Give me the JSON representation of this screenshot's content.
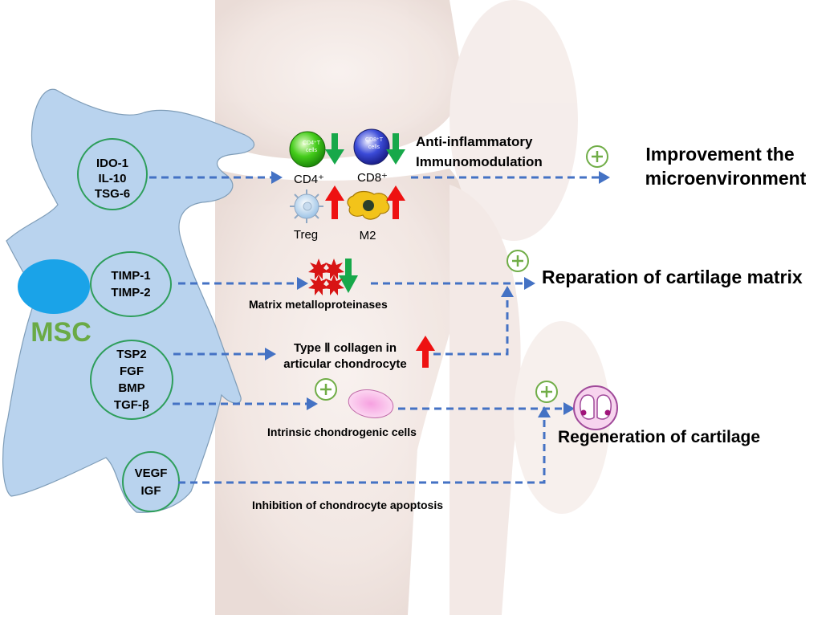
{
  "msc": {
    "label": "MSC",
    "groups": [
      [
        "IDO-1",
        "IL-10",
        "TSG-6"
      ],
      [
        "TIMP-1",
        "TIMP-2"
      ],
      [
        "TSP2",
        "FGF",
        "BMP",
        "TGF-β"
      ],
      [
        "VEGF",
        "IGF"
      ]
    ]
  },
  "cells": {
    "cd4": "CD4⁺",
    "cd8": "CD8⁺",
    "treg": "Treg",
    "m2": "M2",
    "cd4_inner": [
      "CD4⁺T",
      "cells"
    ],
    "cd8_inner": [
      "CD8⁺T",
      "cells"
    ]
  },
  "labels": {
    "anti_inflammatory": "Anti-inflammatory",
    "immunomodulation": "Immunomodulation",
    "mmp": "Matrix metalloproteinases",
    "collagen_line1": "Type Ⅱ collagen in",
    "collagen_line2": "articular chondrocyte",
    "intrinsic": "Intrinsic chondrogenic cells",
    "apoptosis": "Inhibition of  chondrocyte apoptosis"
  },
  "outcomes": {
    "micro_line1": "Improvement the",
    "micro_line2": "microenvironment",
    "matrix": "Reparation of cartilage matrix",
    "regeneration": "Regeneration of cartilage"
  },
  "colors": {
    "msc_fill": "#b9d3ee",
    "msc_stroke": "#7f9db8",
    "nucleus": "#1aa3e8",
    "msc_text": "#6aaa45",
    "circle_stroke": "#2e9e5b",
    "arrow": "#4472c4",
    "up": "#ee1111",
    "down": "#17a84a",
    "plus": "#70ad47"
  }
}
